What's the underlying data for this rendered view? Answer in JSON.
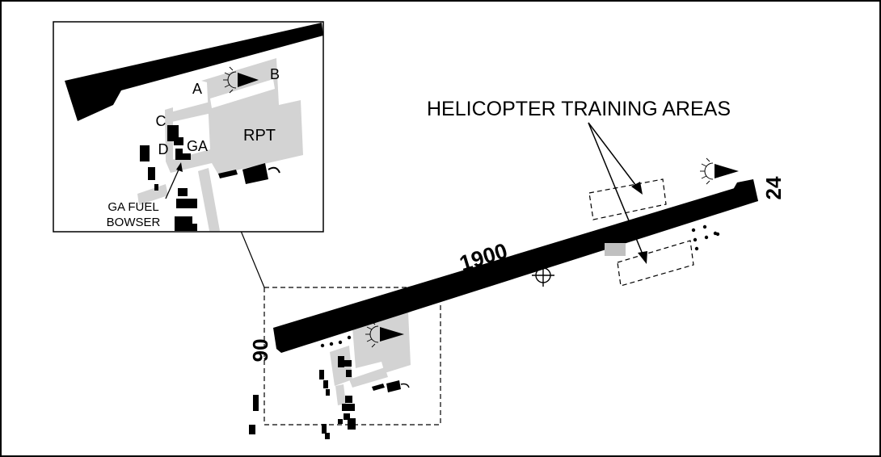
{
  "diagram": {
    "heli_label": "HELICOPTER TRAINING AREAS",
    "runway_length": "1900",
    "runway_end_west": "06",
    "runway_end_east": "24"
  },
  "inset": {
    "label_a": "A",
    "label_b": "B",
    "label_c": "C",
    "label_d": "D",
    "label_ga": "GA",
    "label_rpt": "RPT",
    "fuel_line1": "GA FUEL",
    "fuel_line2": "BOWSER"
  },
  "colors": {
    "runway": "#000000",
    "apron": "#d3d3d3",
    "line": "#000000",
    "background": "#ffffff"
  },
  "icons": [
    "windsock-icon",
    "airport-reference-point-icon"
  ]
}
